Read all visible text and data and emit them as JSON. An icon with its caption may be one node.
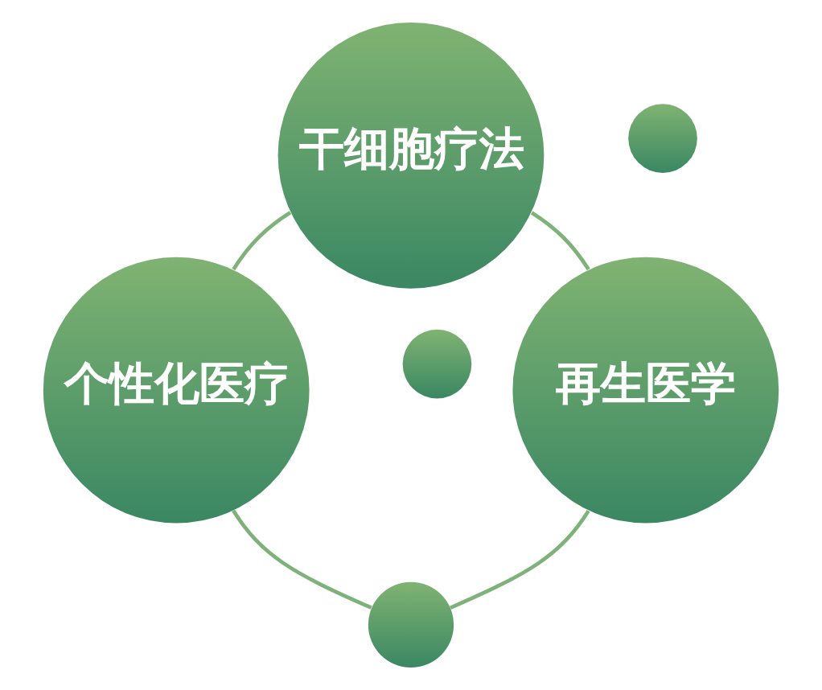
{
  "diagram": {
    "nodes": [
      {
        "text": [
          "干细胞疗法"
        ]
      },
      {
        "text": [],
        "shape": "circle"
      },
      {
        "text": [],
        "shape": "circle"
      },
      {
        "text": [
          "再生医学"
        ]
      },
      {
        "text": [
          "个性化医疗"
        ]
      },
      {
        "text": [],
        "shape": "circle"
      }
    ],
    "edges": [
      {
        "from": 0,
        "to": 3,
        "arrow": "none"
      },
      {
        "from": 3,
        "to": 5,
        "arrow": "none"
      },
      {
        "from": 5,
        "to": 4,
        "arrow": "none"
      },
      {
        "from": 4,
        "to": 0,
        "arrow": "none"
      }
    ]
  }
}
